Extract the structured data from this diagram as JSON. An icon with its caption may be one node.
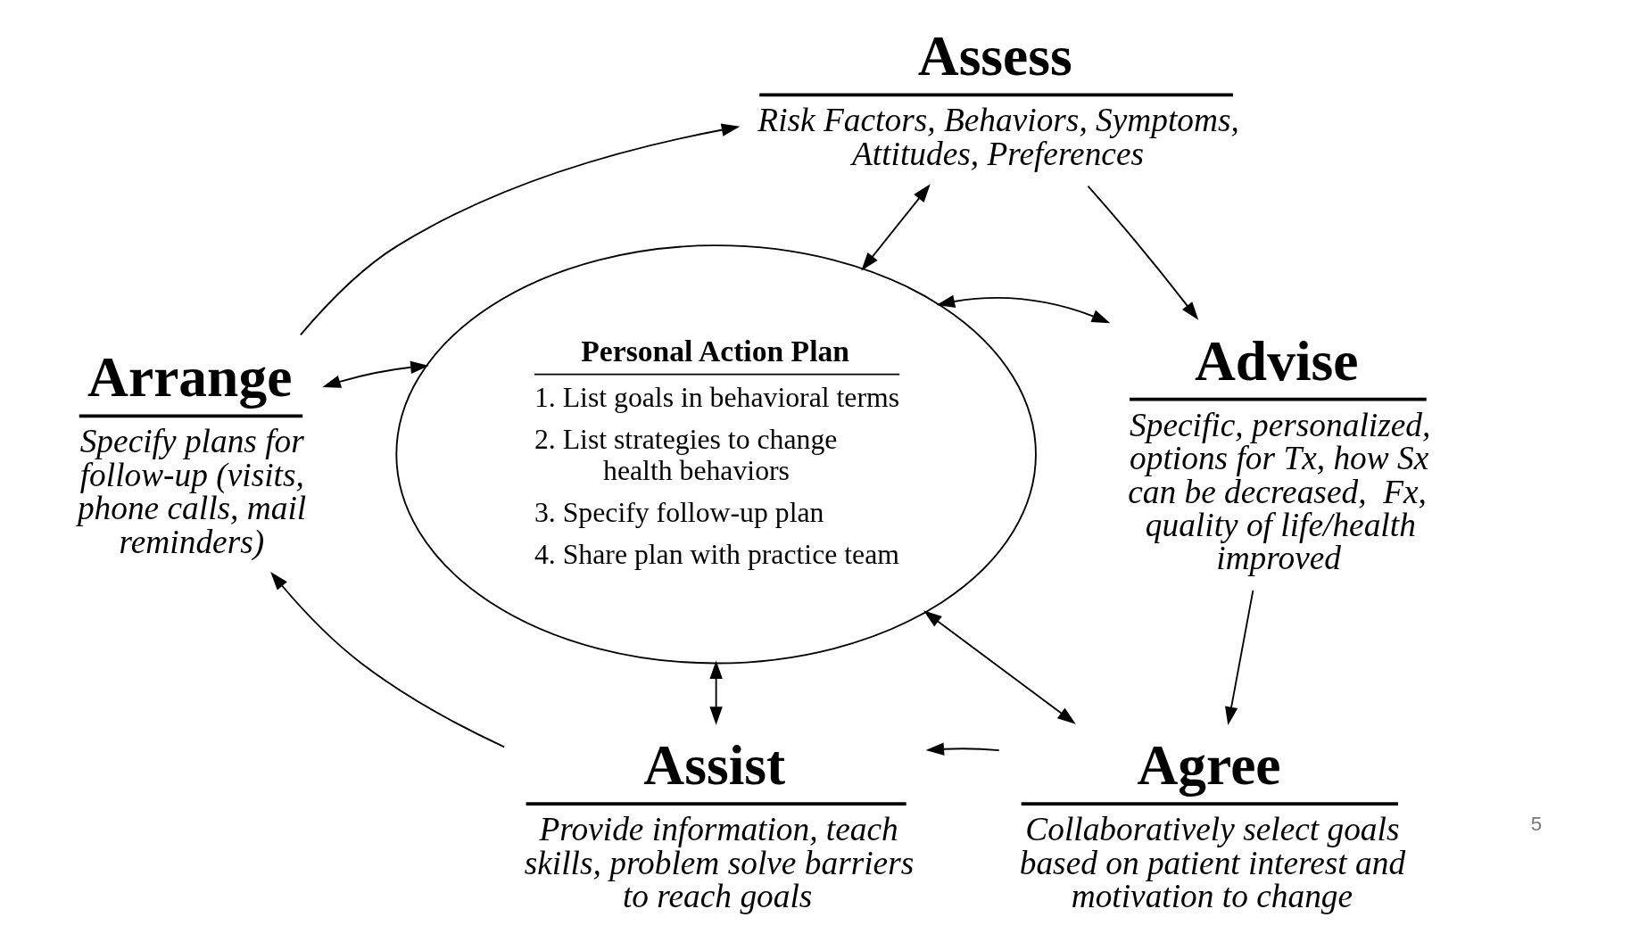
{
  "diagram": {
    "nodes": [
      {
        "text": [
          "Assess",
          "Risk Factors, Behaviors, Symptoms, Attitudes, Preferences"
        ]
      },
      {
        "text": [
          "Advise",
          "Specific, personalized, options for Tx, how Sx can be decreased,  Fx, quality of life/health improved"
        ]
      },
      {
        "text": [
          "Agree",
          "Collaboratively select goals based on patient interest and motivation to change"
        ]
      },
      {
        "text": [
          "Assist",
          "Provide information, teach skills, problem solve barriers to reach goals"
        ]
      },
      {
        "text": [
          "Arrange",
          "Specify plans for follow-up (visits, phone calls, mail reminders)"
        ]
      },
      {
        "text": [
          "Personal Action Plan",
          "1. List goals in behavioral terms",
          "2. List strategies to change health behaviors",
          "3. Specify follow-up plan",
          "4. Share plan with practice team"
        ]
      }
    ],
    "edges": [
      {
        "from": 4,
        "to": 0,
        "arrow": "to"
      },
      {
        "from": 0,
        "to": 1,
        "arrow": "to"
      },
      {
        "from": 1,
        "to": 2,
        "arrow": "to"
      },
      {
        "from": 2,
        "to": 3,
        "arrow": "to"
      },
      {
        "from": 3,
        "to": 4,
        "arrow": "to"
      },
      {
        "from": 0,
        "to": 5,
        "arrow": "both"
      },
      {
        "from": 4,
        "to": 5,
        "arrow": "both"
      },
      {
        "from": 5,
        "to": 1,
        "arrow": "both"
      },
      {
        "from": 5,
        "to": 3,
        "arrow": "both"
      },
      {
        "from": 5,
        "to": 2,
        "arrow": "both"
      }
    ],
    "labels": [
      "5"
    ]
  }
}
